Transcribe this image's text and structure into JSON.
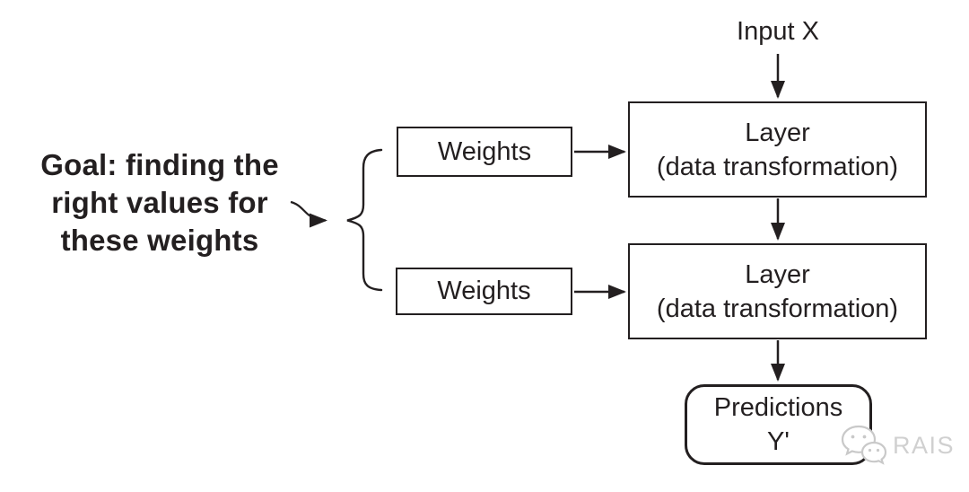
{
  "diagram": {
    "title_context": "Neural network weights diagram",
    "input_label": "Input X",
    "goal": {
      "line1": "Goal: finding the",
      "line2": "right values for",
      "line3": "these weights"
    },
    "weights_top_label": "Weights",
    "weights_bottom_label": "Weights",
    "layer_top": {
      "title": "Layer",
      "subtitle": "(data transformation)"
    },
    "layer_bottom": {
      "title": "Layer",
      "subtitle": "(data transformation)"
    },
    "predictions": {
      "line1": "Predictions",
      "line2": "Y'"
    },
    "watermark": {
      "text": "RAIS",
      "icon": "wechat-icon"
    },
    "colors": {
      "ink": "#231f20",
      "background": "#ffffff",
      "watermark_gray": "#d0d0d0"
    }
  }
}
